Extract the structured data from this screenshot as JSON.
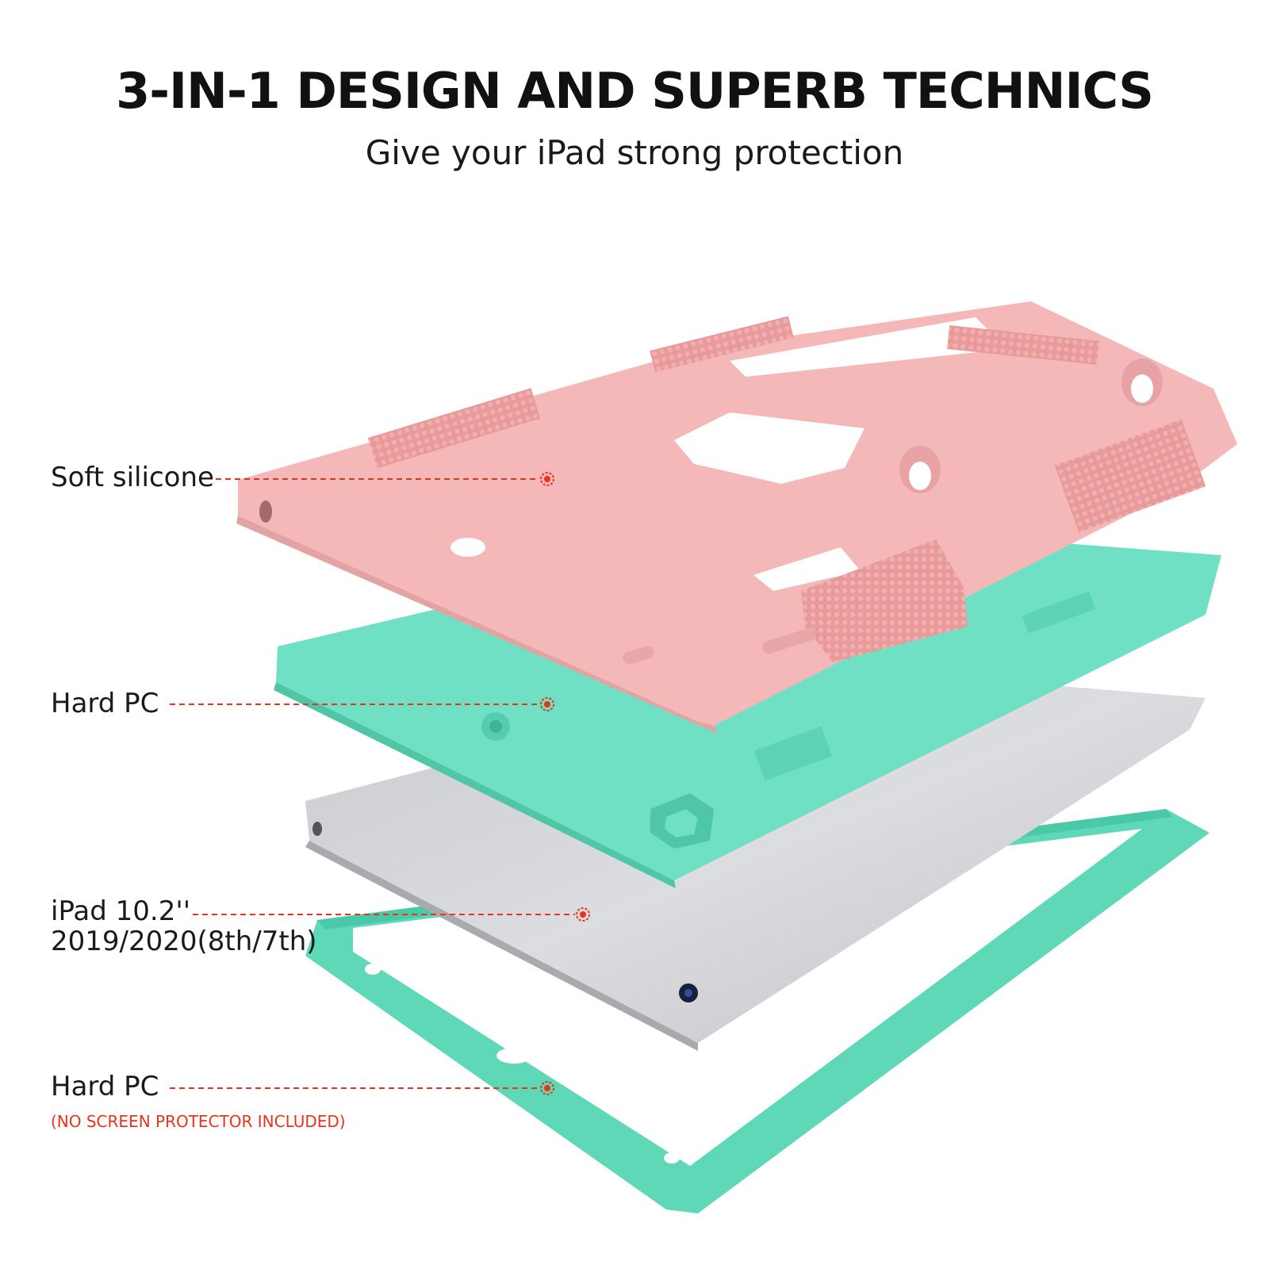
{
  "header": {
    "title": "3-IN-1 DESIGN AND SUPERB TECHNICS",
    "subtitle": "Give your iPad strong protection"
  },
  "callouts": [
    {
      "label": "Soft silicone"
    },
    {
      "label": "Hard PC"
    },
    {
      "label_line1": "iPad 10.2''",
      "label_line2": "2019/2020(8th/7th)"
    },
    {
      "label": "Hard PC",
      "note": "(NO SCREEN PROTECTOR INCLUDED)"
    }
  ],
  "colors": {
    "pink": "#f4b8b8",
    "mint": "#6fe0c3",
    "silver": "#d6d7d9",
    "callout": "#e8341c"
  }
}
